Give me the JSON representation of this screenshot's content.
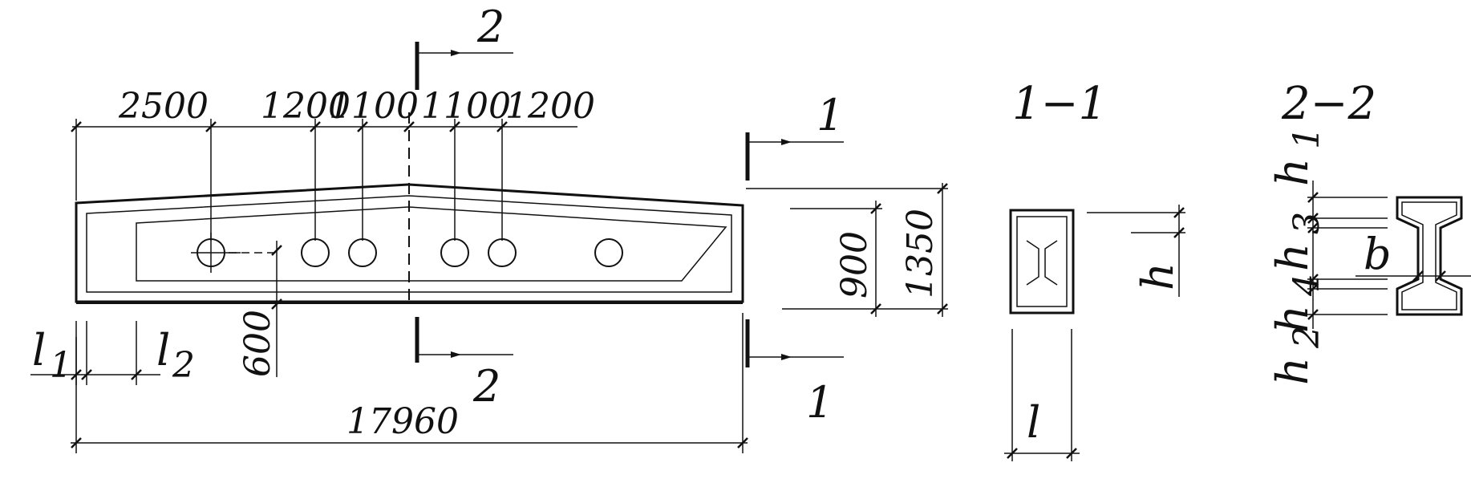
{
  "beam_elevation": {
    "top_dims": [
      "2500",
      "1200",
      "1100",
      "1100",
      "1200"
    ],
    "offset_dim": "600",
    "end_dims": [
      "l",
      "l"
    ],
    "end_subs": [
      "1",
      "2"
    ],
    "total_length": "17960",
    "height_dims": [
      "900",
      "1350"
    ],
    "section_marks": [
      "2",
      "2",
      "1",
      "1"
    ]
  },
  "section_1_1": {
    "title": "1−1",
    "h_label": "h",
    "l_label": "l"
  },
  "section_2_2": {
    "title": "2−2",
    "h_labels": [
      "h",
      "h",
      "h",
      "h"
    ],
    "h_subs": [
      "1",
      "3",
      "4",
      "2"
    ],
    "b_label": "b"
  },
  "colors": {
    "ink": "#111111",
    "paper": "#ffffff"
  }
}
